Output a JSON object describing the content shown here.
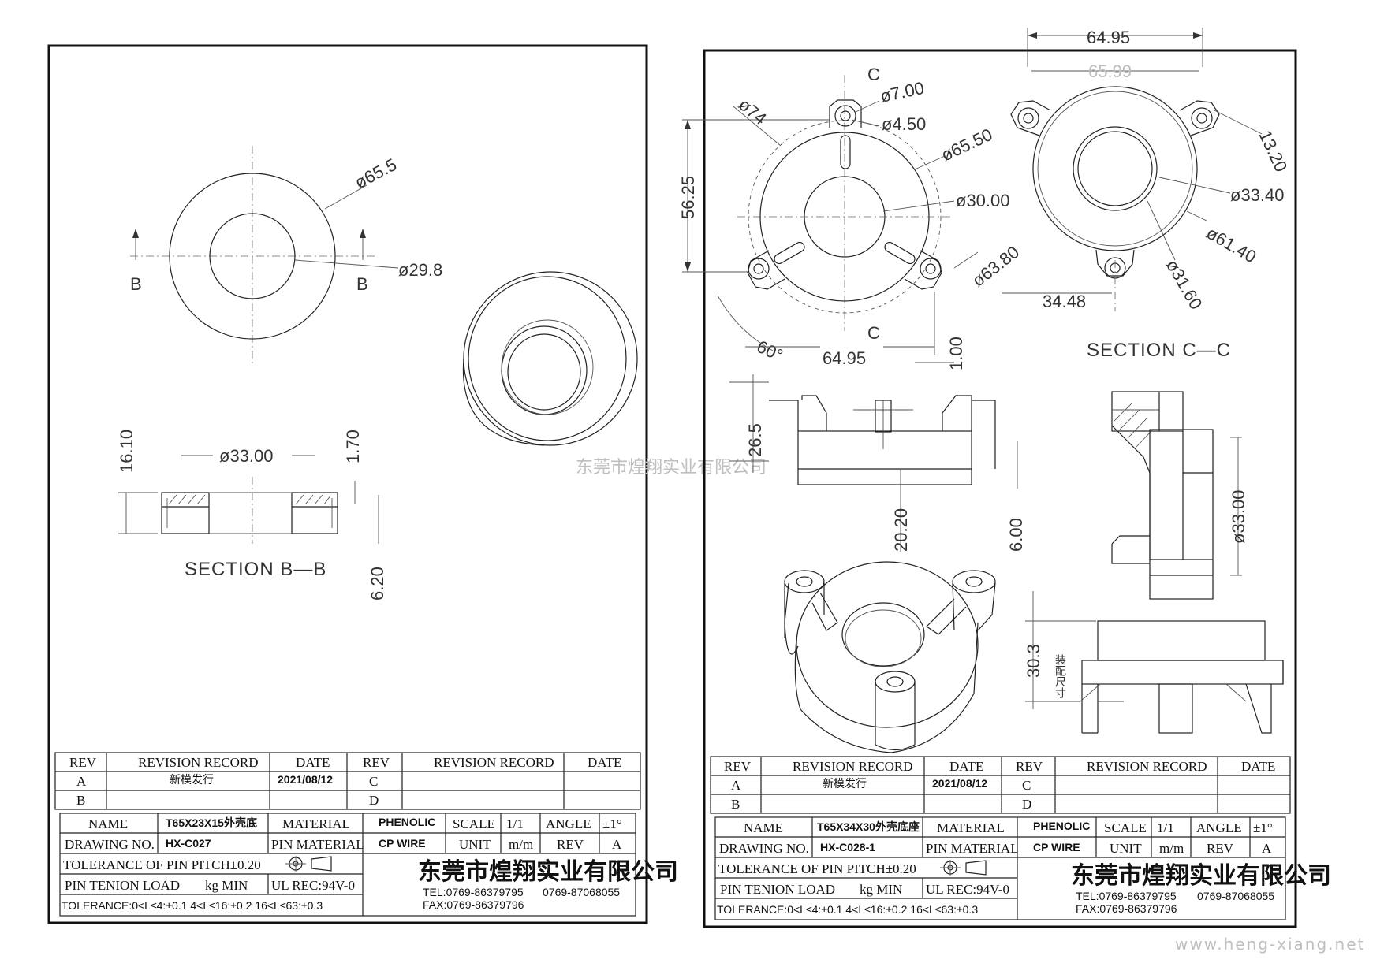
{
  "left_sheet": {
    "dims": {
      "outer_dia": "ø65.5",
      "inner_dia": "ø29.8",
      "section_mark": "B",
      "step_dia": "ø33.00",
      "height": "16.10",
      "lip": "1.70",
      "base": "6.20"
    },
    "section_label": "SECTION B—B",
    "revision": {
      "headers": [
        "REV",
        "REVISION RECORD",
        "DATE",
        "REV",
        "REVISION RECORD",
        "DATE"
      ],
      "rows": [
        {
          "rev": "A",
          "record": "新模发行",
          "date": "2021/08/12",
          "rev2": "C",
          "record2": "",
          "date2": ""
        },
        {
          "rev": "B",
          "record": "",
          "date": "",
          "rev2": "D",
          "record2": "",
          "date2": ""
        }
      ]
    },
    "title_block": {
      "name_label": "NAME",
      "name_value": "T65X23X15外壳底",
      "drawing_label": "DRAWING NO.",
      "drawing_value": "HX-C027",
      "material_label": "MATERIAL",
      "material_value": "PHENOLIC",
      "pin_material_label": "PIN MATERIAL",
      "pin_material_value": "CP WIRE",
      "scale_label": "SCALE",
      "scale_value": "1/1",
      "angle_label": "ANGLE",
      "angle_value": "±1°",
      "unit_label": "UNIT",
      "unit_value": "m/m",
      "rev_label": "REV",
      "rev_value": "A",
      "tolerance_pitch": "TOLERANCE OF PIN PITCH±0.20",
      "pin_load": "PIN TENION LOAD",
      "pin_load_unit": "kg MIN",
      "ul": "UL REC:94V-0",
      "tolerance": "TOLERANCE:0<L≤4:±0.1  4<L≤16:±0.2  16<L≤63:±0.3",
      "company": "东莞市煌翔实业有限公司",
      "tel": "TEL:0769-86379795",
      "tel2": "0769-87068055",
      "fax": "FAX:0769-86379796"
    }
  },
  "right_sheet": {
    "dims": {
      "top_width": "64.95",
      "inner_width": "65.99",
      "d74": "ø74",
      "d700": "ø7.00",
      "d450": "ø4.50",
      "d6550": "ø65.50",
      "d3000": "ø30.00",
      "d6380": "ø63.80",
      "h5625": "56.25",
      "section_mark": "C",
      "angle60": "60°",
      "bottom_width": "64.95",
      "d1320": "13.20",
      "d3340": "ø33.40",
      "d6140": "ø61.40",
      "d3160": "ø31.60",
      "w3448": "34.48",
      "h100": "1.00",
      "h265": "26.5",
      "h2020": "20.20",
      "h600": "6.00",
      "d3300": "ø33.00",
      "h303": "30.3",
      "assembly_note": "装配尺寸"
    },
    "section_label": "SECTION C—C",
    "revision": {
      "headers": [
        "REV",
        "REVISION RECORD",
        "DATE",
        "REV",
        "REVISION RECORD",
        "DATE"
      ],
      "rows": [
        {
          "rev": "A",
          "record": "新模发行",
          "date": "2021/08/12",
          "rev2": "C",
          "record2": "",
          "date2": ""
        },
        {
          "rev": "B",
          "record": "",
          "date": "",
          "rev2": "D",
          "record2": "",
          "date2": ""
        }
      ]
    },
    "title_block": {
      "name_label": "NAME",
      "name_value": "T65X34X30外壳底座",
      "drawing_label": "DRAWING NO.",
      "drawing_value": "HX-C028-1",
      "material_label": "MATERIAL",
      "material_value": "PHENOLIC",
      "pin_material_label": "PIN MATERIAL",
      "pin_material_value": "CP WIRE",
      "scale_label": "SCALE",
      "scale_value": "1/1",
      "angle_label": "ANGLE",
      "angle_value": "±1°",
      "unit_label": "UNIT",
      "unit_value": "m/m",
      "rev_label": "REV",
      "rev_value": "A",
      "tolerance_pitch": "TOLERANCE OF PIN PITCH±0.20",
      "pin_load": "PIN TENION LOAD",
      "pin_load_unit": "kg MIN",
      "ul": "UL REC:94V-0",
      "tolerance": "TOLERANCE:0<L≤4:±0.1  4<L≤16:±0.2  16<L≤63:±0.3",
      "company": "东莞市煌翔实业有限公司",
      "tel": "TEL:0769-86379795",
      "tel2": "0769-87068055",
      "fax": "FAX:0769-86379796"
    }
  },
  "watermark": "东莞市煌翔实业有限公司",
  "site": "www.heng-xiang.net"
}
